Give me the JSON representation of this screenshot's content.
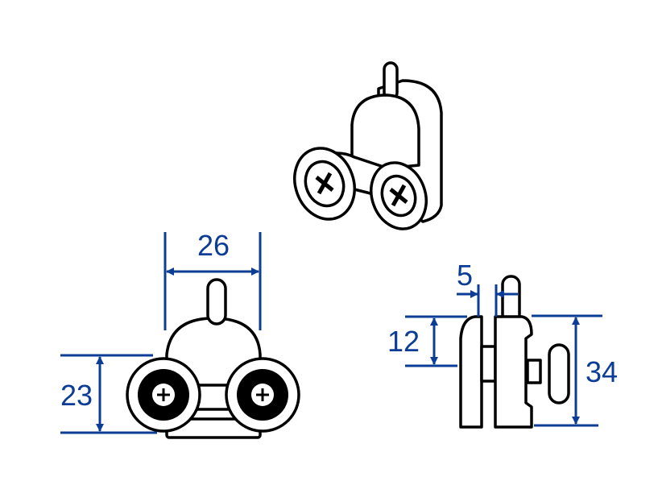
{
  "colors": {
    "dimension": "#0b3d96",
    "outline": "#000000"
  },
  "dimensions": {
    "front_width": "26",
    "front_height": "23",
    "side_gap": "5",
    "side_height_small": "12",
    "side_height_total": "34"
  }
}
